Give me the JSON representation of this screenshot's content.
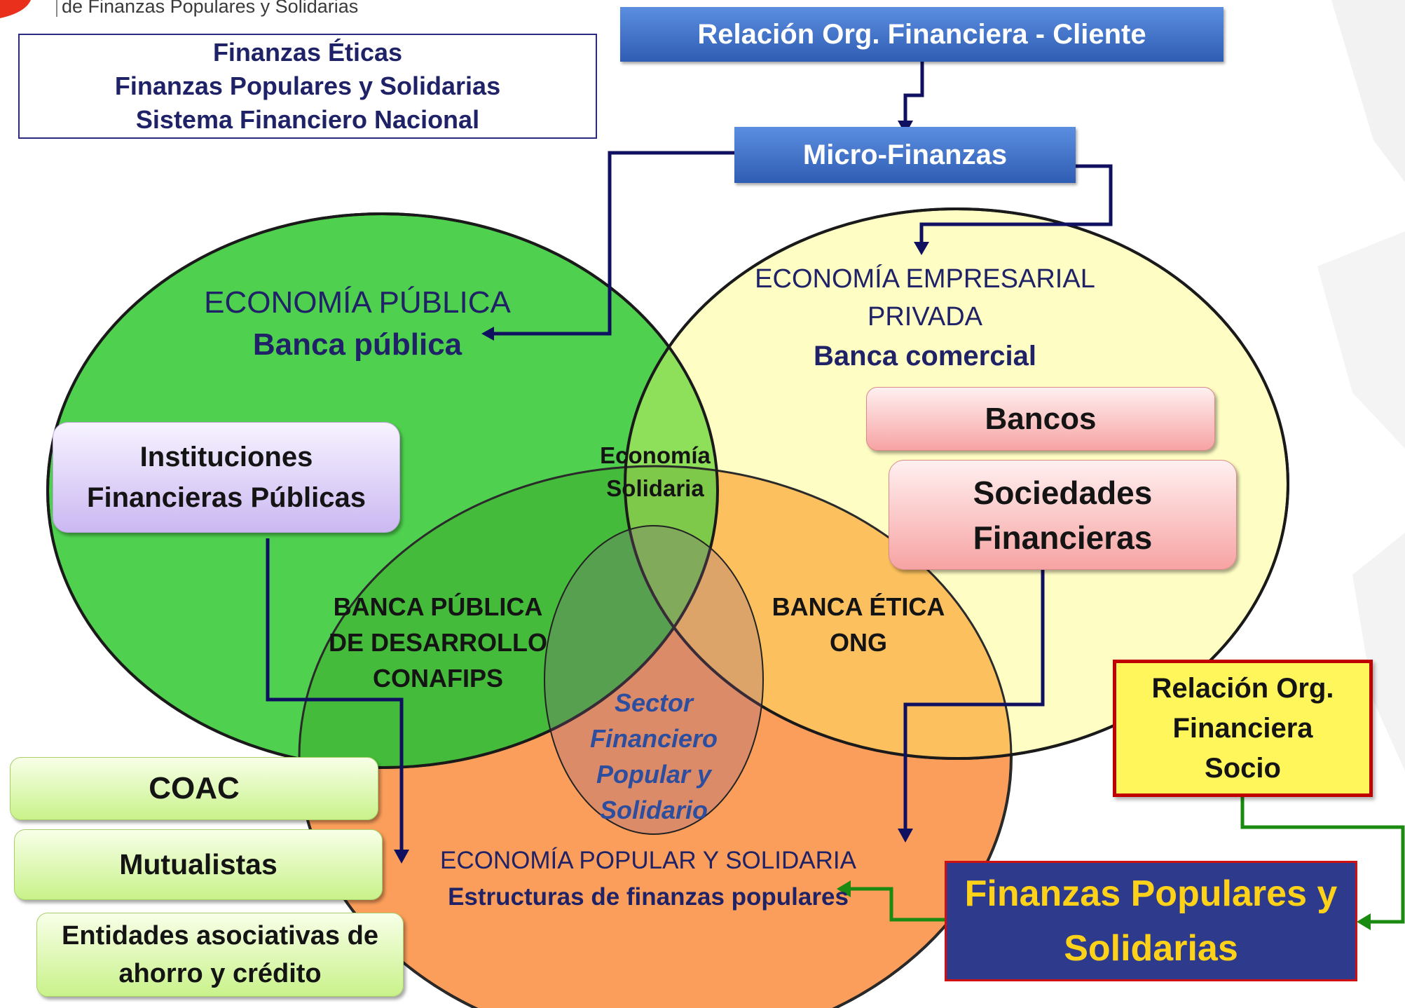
{
  "header": {
    "org_text": "de Finanzas Populares y Solidarias"
  },
  "title_box": {
    "lines": [
      "Finanzas Éticas",
      "Finanzas Populares y Solidarias",
      "Sistema Financiero Nacional"
    ]
  },
  "top_box": {
    "label": "Relación Org. Financiera - Cliente"
  },
  "micro_box": {
    "label": "Micro-Finanzas"
  },
  "publica": {
    "title": "ECONOMÍA PÚBLICA",
    "subtitle": "Banca pública"
  },
  "privada": {
    "title_line1": "ECONOMÍA EMPRESARIAL",
    "title_line2": "PRIVADA",
    "subtitle": "Banca comercial"
  },
  "solidaria_overlap": {
    "line1": "Economía",
    "line2": "Solidaria"
  },
  "banca_publica_desarrollo": {
    "lines": [
      "BANCA PÚBLICA",
      "DE DESARROLLO",
      "CONAFIPS"
    ]
  },
  "banca_etica": {
    "lines": [
      "BANCA ÉTICA",
      "ONG"
    ]
  },
  "sector": {
    "lines": [
      "Sector",
      "Financiero",
      "Popular y",
      "Solidario"
    ]
  },
  "popular": {
    "title": "ECONOMÍA POPULAR Y SOLIDARIA",
    "subtitle": "Estructuras de  finanzas populares"
  },
  "inst_box": {
    "line1": "Instituciones",
    "line2": "Financieras Públicas"
  },
  "bancos_box": {
    "label": "Bancos"
  },
  "sociedades_box": {
    "line1": "Sociedades",
    "line2": "Financieras"
  },
  "coac_box": {
    "label": "COAC"
  },
  "mutualistas_box": {
    "label": "Mutualistas"
  },
  "entidades_box": {
    "line1": "Entidades asociativas de",
    "line2": "ahorro y crédito"
  },
  "socio_box": {
    "lines": [
      "Relación Org.",
      "Financiera",
      "Socio"
    ]
  },
  "fps_box": {
    "line1": "Finanzas Populares y",
    "line2": "Solidarias"
  },
  "colors": {
    "publica_green": "#4fd14f",
    "privada_yellow": "#fefdc4",
    "popular_orange": "#fb9e5b",
    "navy_text": "#1f2266",
    "connector_navy": "#101060",
    "connector_green": "#1a8a10",
    "blue_box": "#3f6fc4",
    "socio_yellow": "#fef65a",
    "socio_border": "#c00000",
    "fps_bg": "#2e3a8c",
    "fps_text": "#ffd21a"
  }
}
